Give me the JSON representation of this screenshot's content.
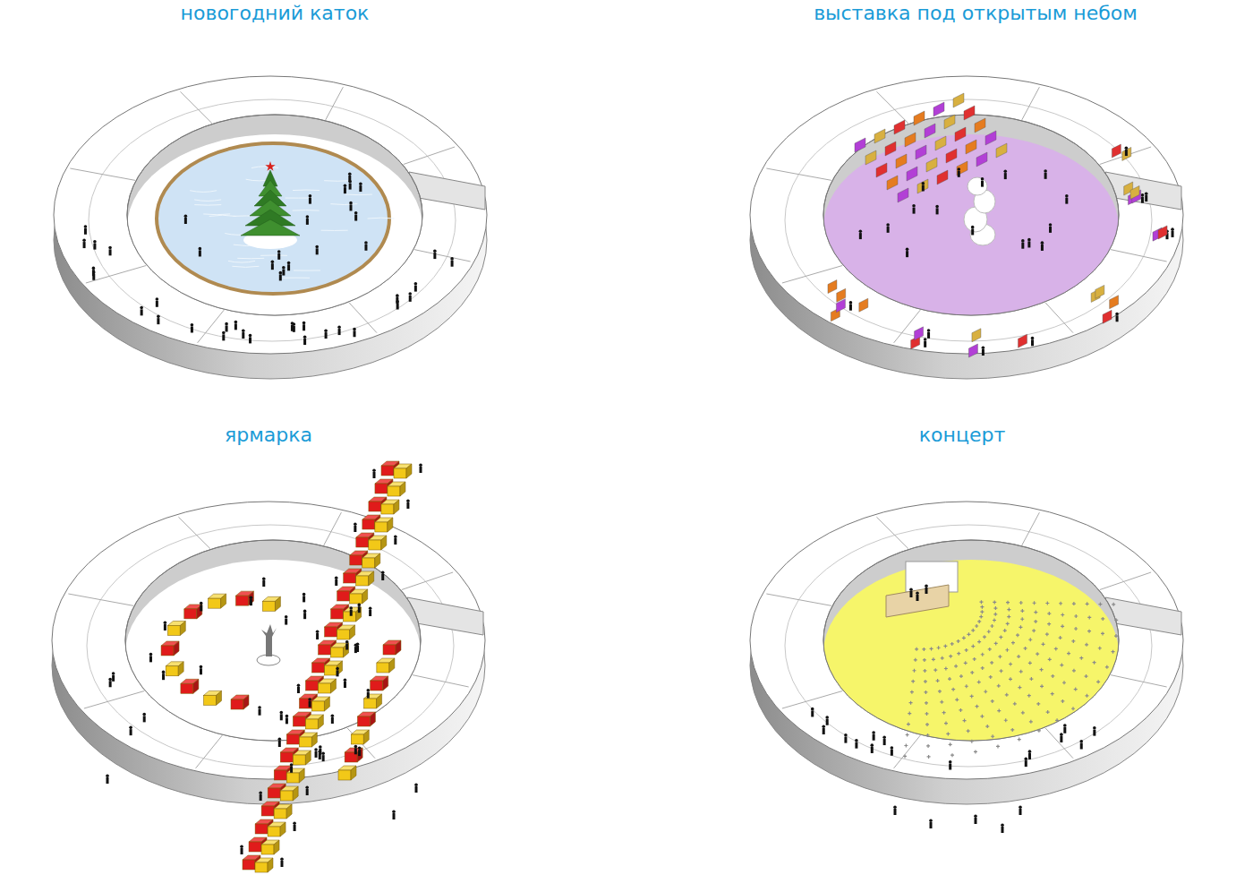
{
  "diagram": {
    "labels": [
      "новогодний каток",
      "выставка под открытым небом",
      "ярмарка",
      "концерт"
    ]
  }
}
